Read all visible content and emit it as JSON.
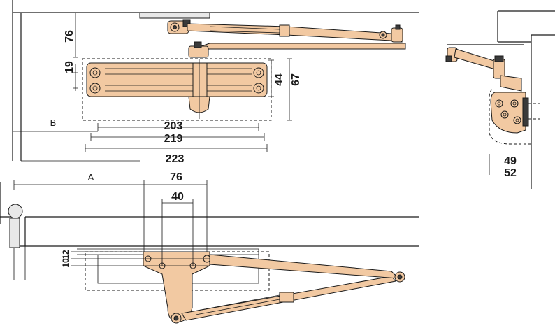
{
  "dimensions": {
    "top_height": "76",
    "hole_spacing": "19",
    "body_height_inner": "44",
    "body_height_outer": "67",
    "width_203": "203",
    "width_219": "219",
    "width_223": "223",
    "label_b": "B",
    "label_a": "A",
    "bottom_76": "76",
    "bottom_40": "40",
    "small_10": "10",
    "small_12": "12",
    "side_49": "49",
    "side_52": "52"
  },
  "colors": {
    "body_fill": "#f2c9a2",
    "line": "#1a1a1a"
  }
}
